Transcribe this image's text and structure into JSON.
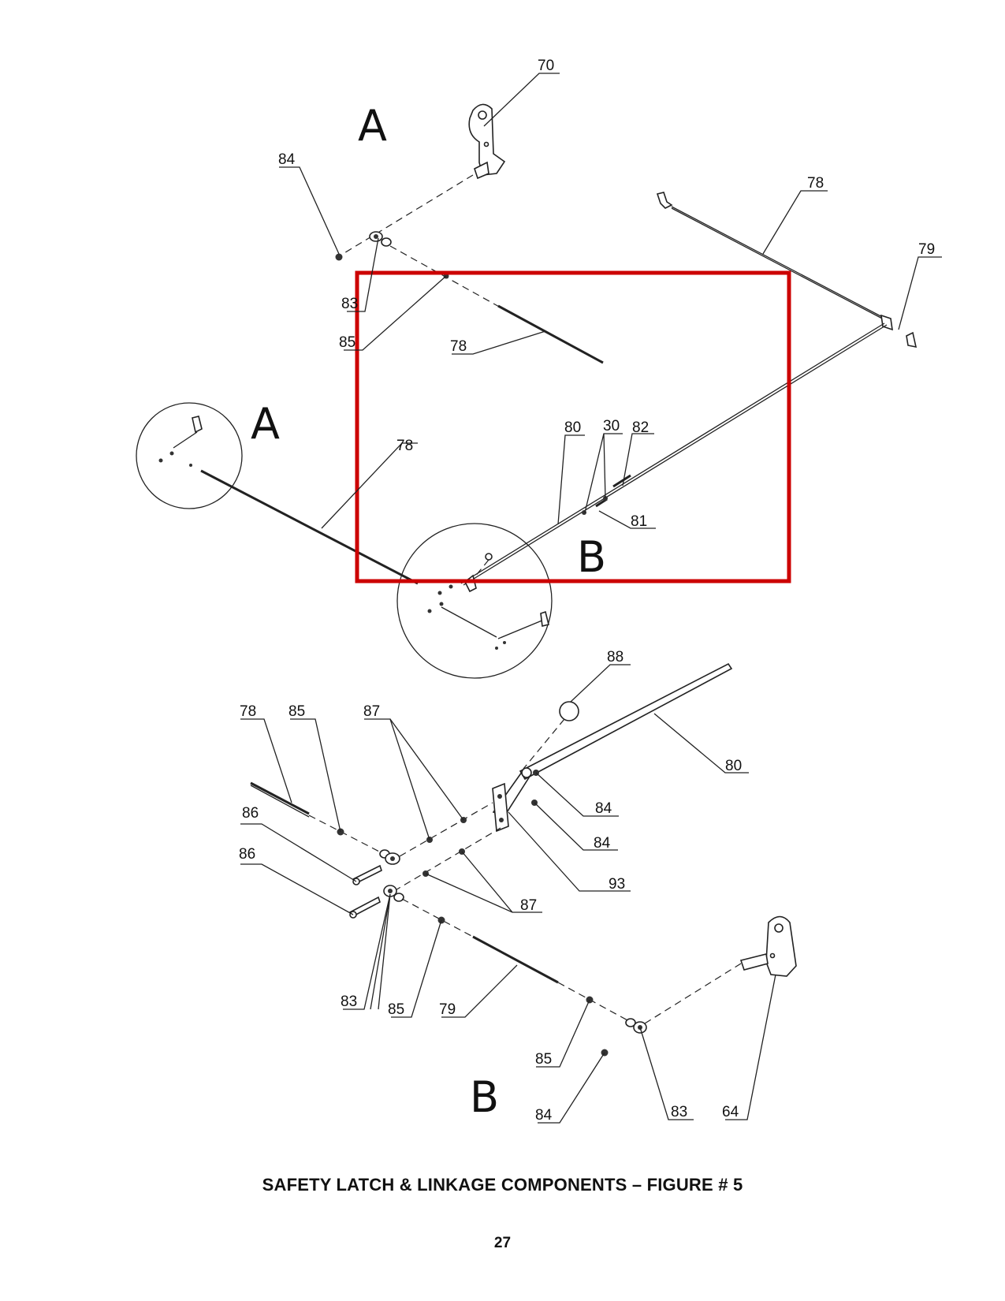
{
  "figure": {
    "caption": "SAFETY LATCH & LINKAGE COMPONENTS – FIGURE # 5",
    "page_number": "27",
    "highlight_color": "#cc0000"
  },
  "view_labels": [
    "A",
    "A",
    "B",
    "B"
  ],
  "callouts": [
    "70",
    "84",
    "78",
    "79",
    "83",
    "85",
    "78",
    "78",
    "80",
    "30",
    "82",
    "81",
    "88",
    "78",
    "85",
    "87",
    "80",
    "86",
    "86",
    "84",
    "84",
    "93",
    "87",
    "83",
    "85",
    "79",
    "85",
    "84",
    "83",
    "64"
  ]
}
